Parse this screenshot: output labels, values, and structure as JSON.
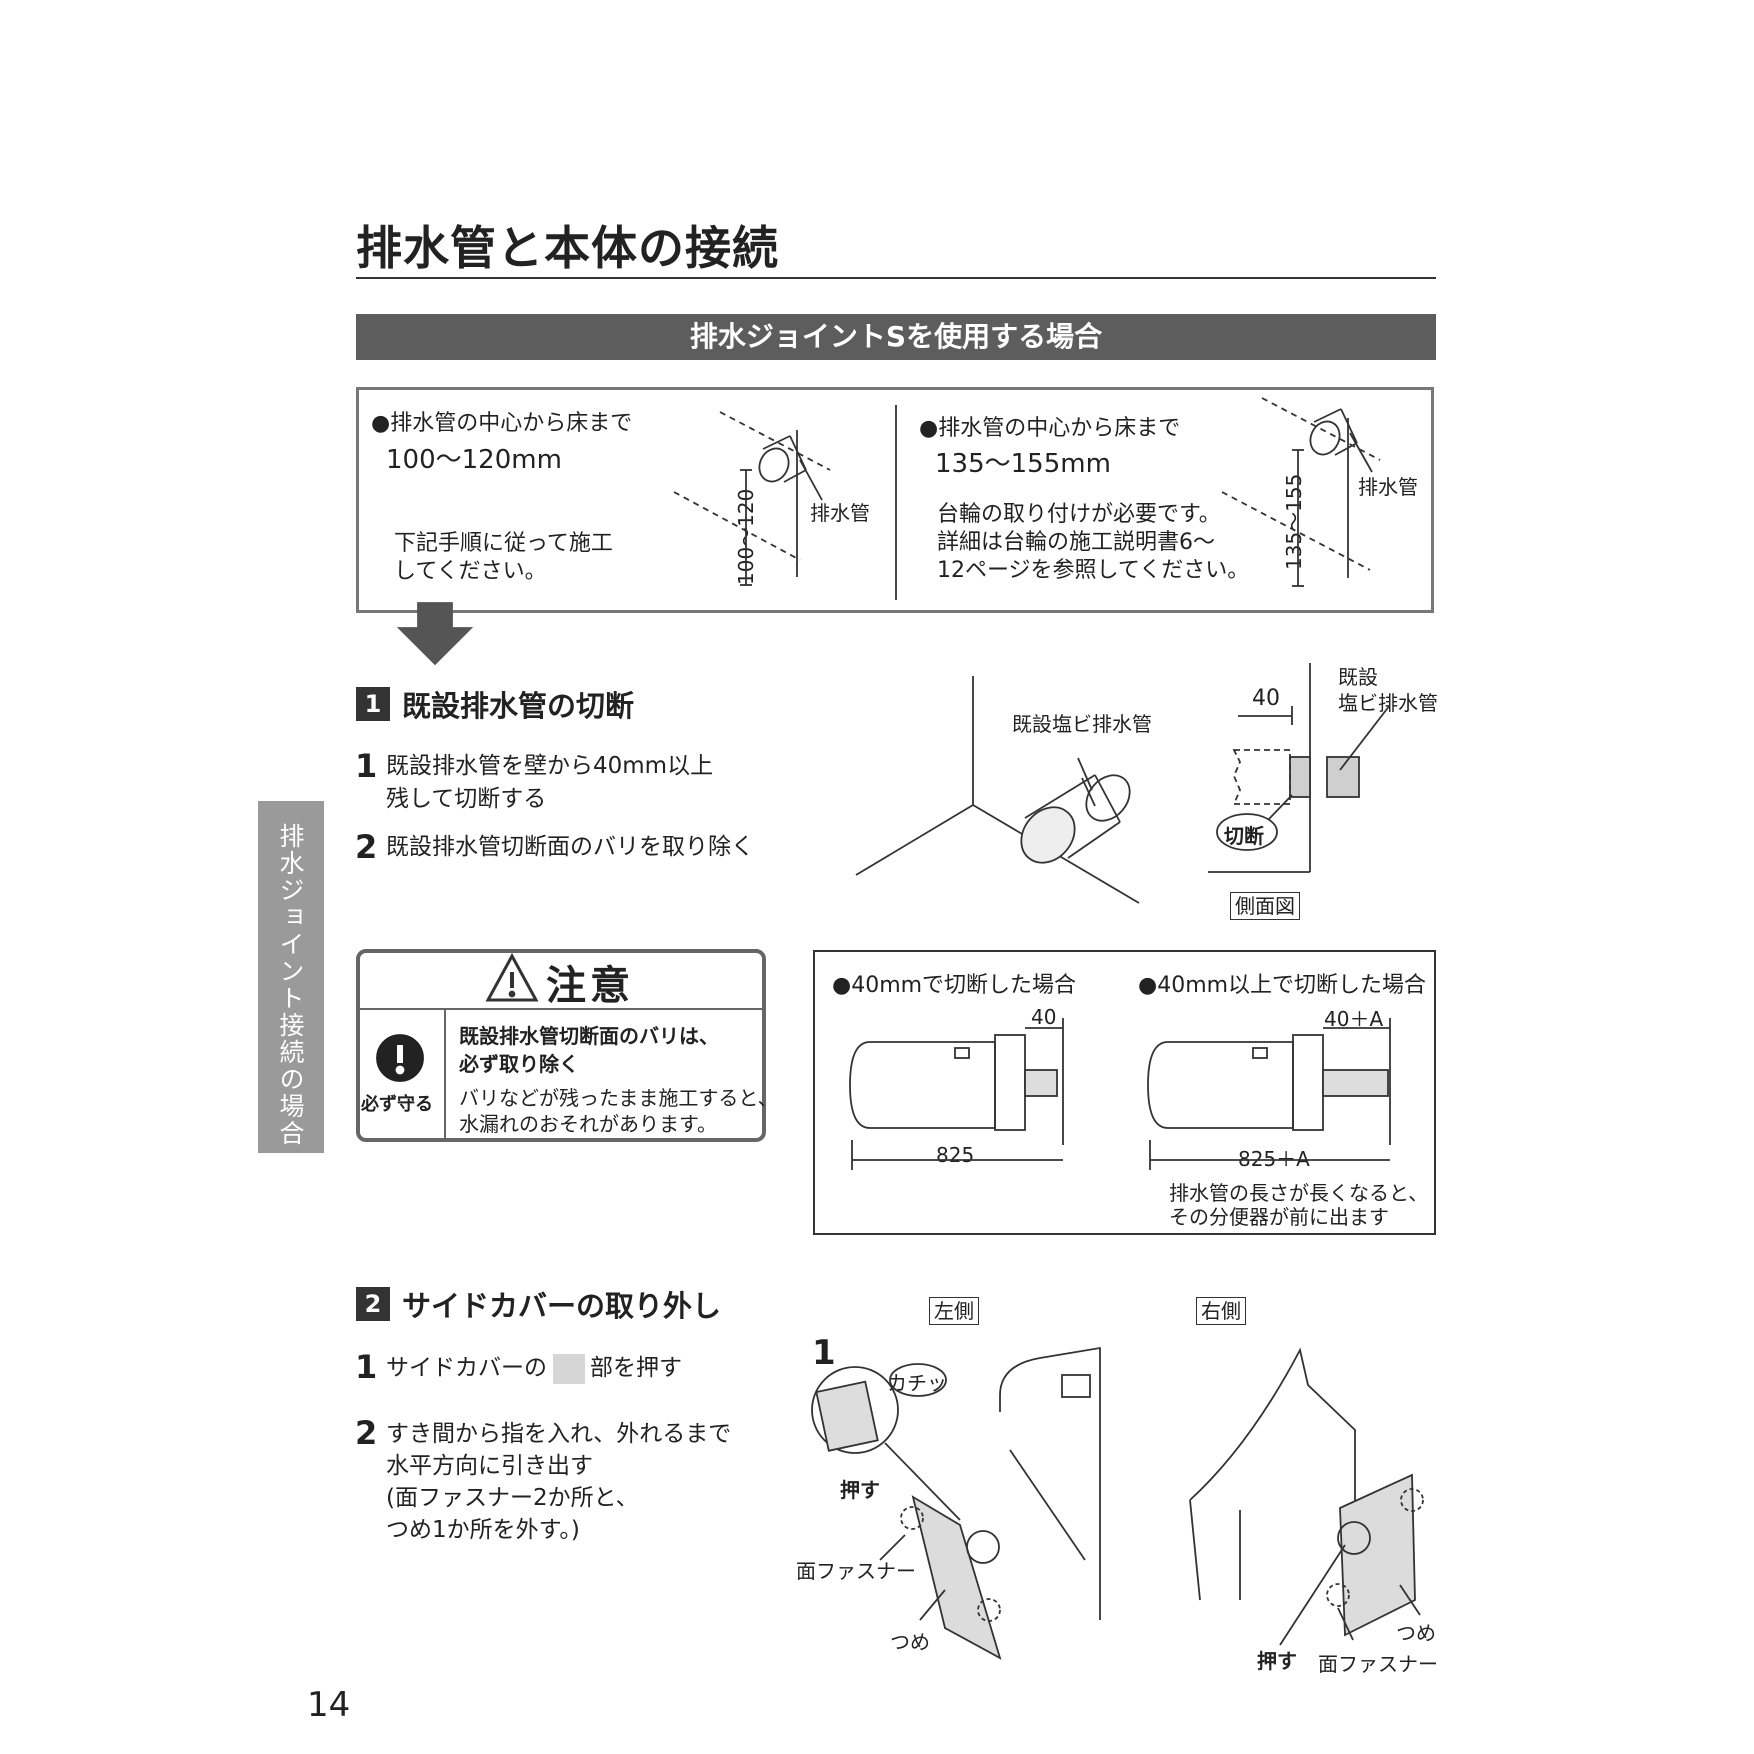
{
  "page": {
    "title": "排水管と本体の接続",
    "banner": "排水ジョイントSを使用する場合",
    "page_number": "14",
    "side_tab": "排水ジョイント接続の場合"
  },
  "case_a": {
    "heading": "●排水管の中心から床まで",
    "range": "100〜120mm",
    "note_line1": "下記手順に従って施工",
    "note_line2": "してください。",
    "dim_label": "100〜120",
    "pipe_label": "排水管"
  },
  "case_b": {
    "heading": "●排水管の中心から床まで",
    "range": "135〜155mm",
    "note_line1": "台輪の取り付けが必要です。",
    "note_line2": "詳細は台輪の施工説明書6〜",
    "note_line3": "12ページを参照してください。",
    "dim_label": "135〜155",
    "pipe_label": "排水管"
  },
  "section1": {
    "number": "1",
    "heading": "既設排水管の切断",
    "steps": [
      {
        "num": "1",
        "line1": "既設排水管を壁から40mm以上",
        "line2": "残して切断する"
      },
      {
        "num": "2",
        "line1": "既設排水管切断面のバリを取り除く"
      }
    ],
    "fig_pipe_label": "既設塩ビ排水管",
    "side_dim": "40",
    "side_label_line1": "既設",
    "side_label_line2": "塩ビ排水管",
    "cut_label": "切断",
    "side_view_tag": "側面図"
  },
  "caution": {
    "title": "注意",
    "must_label": "必ず守る",
    "bold_line1": "既設排水管切断面のバリは、",
    "bold_line2": "必ず取り除く",
    "line1": "バリなどが残ったまま施工すると、",
    "line2": "水漏れのおそれがあります。"
  },
  "cut_compare": {
    "left_heading": "●40mmで切断した場合",
    "right_heading": "●40mm以上で切断した場合",
    "left_dim_top": "40",
    "left_dim_bottom": "825",
    "right_dim_top": "40＋A",
    "right_dim_bottom": "825＋A",
    "note_line1": "排水管の長さが長くなると、",
    "note_line2": "その分便器が前に出ます"
  },
  "section2": {
    "number": "2",
    "heading": "サイドカバーの取り外し",
    "step1_num": "1",
    "step1_pre": "サイドカバーの",
    "step1_post": "部を押す",
    "step2_num": "2",
    "step2_lines": [
      "すき間から指を入れ、外れるまで",
      "水平方向に引き出す",
      "(面ファスナー2か所と、",
      "つめ1か所を外す。)"
    ],
    "left_tag": "左側",
    "right_tag": "右側",
    "callout_num": "1",
    "click_label": "カチッ",
    "push_label": "押す",
    "fastener_label": "面ファスナー",
    "claw_label": "つめ"
  },
  "colors": {
    "banner_bg": "#5d5d5d",
    "side_tab_bg": "#9a9a9a",
    "panel_fill": "#dcdcdc"
  }
}
